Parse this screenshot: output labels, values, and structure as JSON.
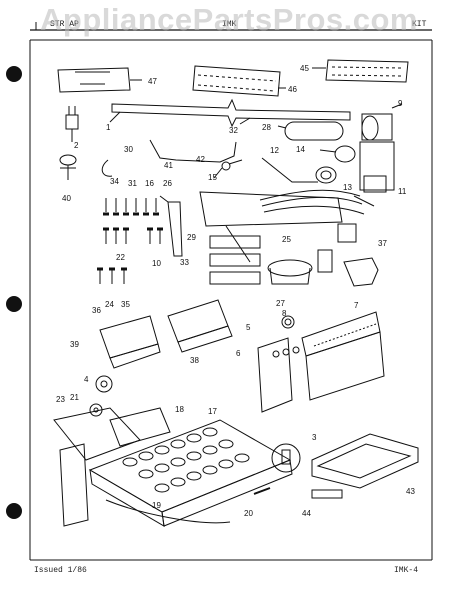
{
  "watermark": "AppliancePartsPros.com",
  "header": {
    "left": "STR AP",
    "middle": "IMK",
    "right": "KIT"
  },
  "footer": {
    "issued": "Issued 1/86",
    "code": "IMK-4"
  },
  "callouts": [
    "1",
    "2",
    "3",
    "4",
    "5",
    "6",
    "7",
    "8",
    "9",
    "10",
    "11",
    "12",
    "13",
    "14",
    "15",
    "16",
    "17",
    "18",
    "19",
    "20",
    "21",
    "22",
    "23",
    "24",
    "25",
    "26",
    "27",
    "28",
    "29",
    "30",
    "31",
    "32",
    "33",
    "34",
    "35",
    "36",
    "37",
    "38",
    "39",
    "40",
    "41",
    "42",
    "43",
    "44",
    "45",
    "46",
    "47"
  ],
  "colors": {
    "ink": "#111111",
    "paper": "#ffffff",
    "watermark": "#b9b9b9"
  }
}
